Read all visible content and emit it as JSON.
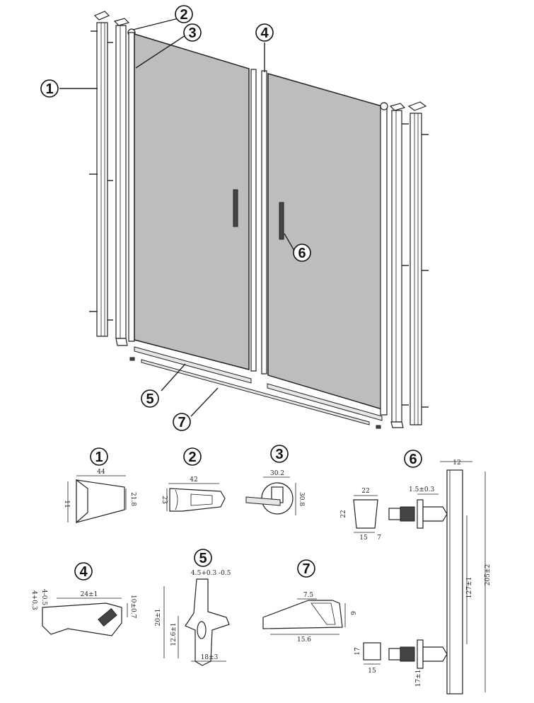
{
  "callouts": {
    "c1": "1",
    "c2": "2",
    "c3": "3",
    "c4": "4",
    "c5": "5",
    "c6": "6",
    "c7": "7"
  },
  "details": {
    "d1": {
      "label": "1",
      "dims": [
        "44",
        "11",
        "21.8"
      ]
    },
    "d2": {
      "label": "2",
      "dims": [
        "42",
        "23"
      ]
    },
    "d3": {
      "label": "3",
      "dims": [
        "30.2",
        "30.8"
      ]
    },
    "d4": {
      "label": "4",
      "dims": [
        "24±1",
        "10±0.7",
        "4+0.3",
        "4-0.5"
      ]
    },
    "d5": {
      "label": "5",
      "dims": [
        "4.5+0.3 -0.5",
        "20±1",
        "12.6±1",
        "18±3"
      ]
    },
    "d6": {
      "label": "6",
      "dims": [
        "12",
        "1.5±0.3",
        "22",
        "22",
        "15",
        "7",
        "127±1",
        "205±2",
        "17",
        "15",
        "17±1"
      ]
    },
    "d7": {
      "label": "7",
      "dims": [
        "7.5",
        "15.6",
        "6"
      ]
    }
  }
}
